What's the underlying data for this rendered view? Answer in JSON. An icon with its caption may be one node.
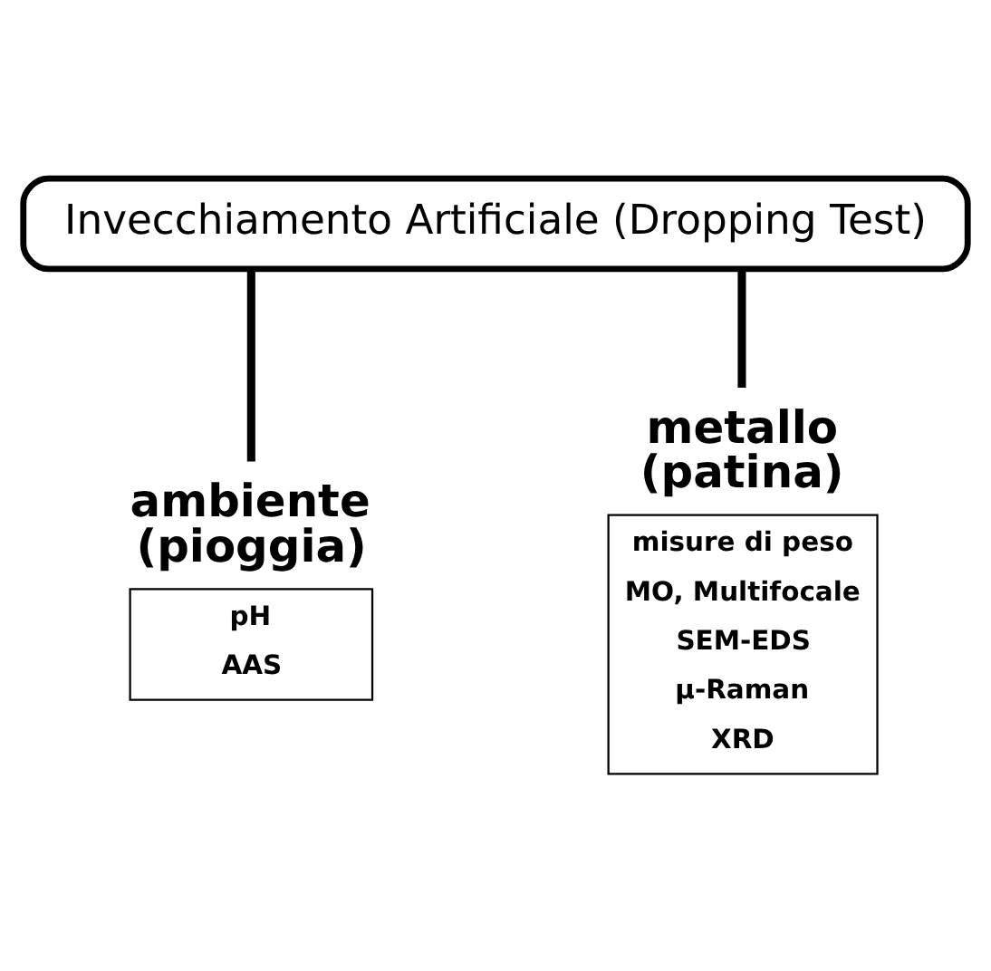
{
  "diagram": {
    "nodes": [
      {
        "text": [
          "Invecchiamento Artificiale (Dropping Test)"
        ]
      },
      {
        "text": [
          "ambiente (pioggia)",
          "pH",
          "AAS"
        ]
      },
      {
        "text": [
          "metallo (patina)",
          "misure di peso",
          "MO, Multifocale",
          "SEM-EDS",
          "μ-Raman",
          "XRD"
        ]
      }
    ],
    "edges": [
      {
        "from": 0,
        "to": 1,
        "arrow": "none"
      },
      {
        "from": 0,
        "to": 2,
        "arrow": "none"
      }
    ]
  }
}
